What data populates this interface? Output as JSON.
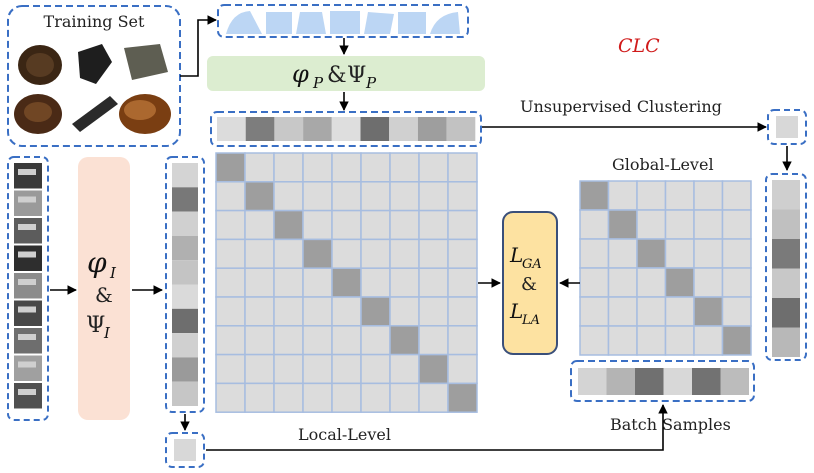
{
  "title": "CLC",
  "training_set_label": "Training Set",
  "encoder_point": {
    "phi": "φ",
    "sub": "P",
    "amp": "&",
    "psi": "Ψ"
  },
  "encoder_image": {
    "phi": "φ",
    "sub": "I",
    "amp": "&",
    "psi": "Ψ"
  },
  "loss": {
    "ga_main": "L",
    "ga_sub": "GA",
    "amp": "&",
    "la_main": "L",
    "la_sub": "LA"
  },
  "labels": {
    "unsupervised_clustering": "Unsupervised Clustering",
    "global_level": "Global-Level",
    "local_level": "Local-Level",
    "batch_samples": "Batch Samples"
  },
  "colors": {
    "dashed_border": "#3a6fc4",
    "title_red": "#d01b1b",
    "encoder_p_bg": "#dcedd0",
    "encoder_i_bg": "#fbe1d4",
    "loss_bg": "#fde2a1",
    "loss_border": "#3a4f7a",
    "grid_line": "#a7bde0",
    "cell_light": "#dcdcdc",
    "cell_diag": "#9e9e9e"
  },
  "point_feature_shades": [
    "#dcdcdc",
    "#7d7d7d",
    "#c8c8c8",
    "#a8a8a8",
    "#dedede",
    "#6e6e6e",
    "#d0d0d0",
    "#9e9e9e",
    "#c2c2c2"
  ],
  "image_feature_shades": [
    "#d4d4d4",
    "#787878",
    "#d0d0d0",
    "#b0b0b0",
    "#c4c4c4",
    "#dadada",
    "#6e6e6e",
    "#d0d0d0",
    "#9a9a9a",
    "#c6c6c6"
  ],
  "cluster_right_shades": [
    "#cfcfcf",
    "#c0c0c0",
    "#7a7a7a",
    "#c8c8c8",
    "#6e6e6e",
    "#b8b8b8"
  ],
  "batch_shades": [
    "#d4d4d4",
    "#b4b4b4",
    "#707070",
    "#d8d8d8",
    "#727272",
    "#bcbcbc"
  ]
}
